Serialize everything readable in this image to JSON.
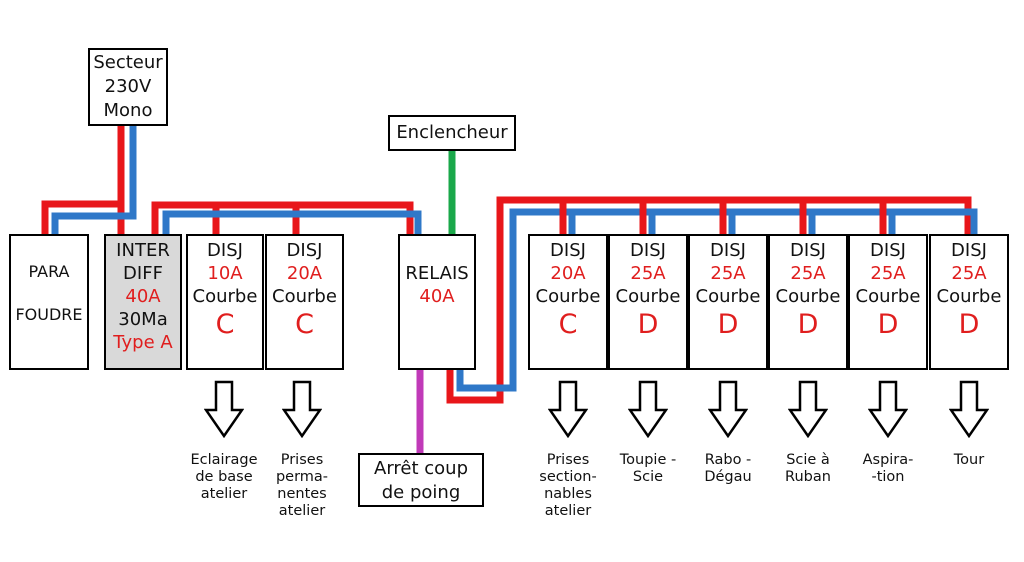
{
  "supply": {
    "lines": [
      "Secteur",
      "230V",
      "Mono"
    ]
  },
  "enclencheur": {
    "label": "Enclencheur"
  },
  "emergency_stop": {
    "lines": [
      "Arrêt coup",
      "de poing"
    ]
  },
  "parafoudre": {
    "lines": [
      "PARA",
      "FOUDRE"
    ]
  },
  "interdiff": {
    "lines": [
      "INTER",
      "DIFF",
      "40A",
      "30Ma",
      "Type A"
    ]
  },
  "relay": {
    "lines": [
      "RELAIS",
      "40A"
    ]
  },
  "breakers_left": [
    {
      "title": "DISJ",
      "rating": "10A",
      "curve_label": "Courbe",
      "curve": "C",
      "load": [
        "Eclairage",
        "de base",
        "atelier"
      ]
    },
    {
      "title": "DISJ",
      "rating": "20A",
      "curve_label": "Courbe",
      "curve": "C",
      "load": [
        "Prises",
        "perma-",
        "nentes",
        "atelier"
      ]
    }
  ],
  "breakers_right": [
    {
      "title": "DISJ",
      "rating": "20A",
      "curve_label": "Courbe",
      "curve": "C",
      "load": [
        "Prises",
        "section-",
        "nables",
        "atelier"
      ]
    },
    {
      "title": "DISJ",
      "rating": "25A",
      "curve_label": "Courbe",
      "curve": "D",
      "load": [
        "Toupie -",
        "Scie"
      ]
    },
    {
      "title": "DISJ",
      "rating": "25A",
      "curve_label": "Courbe",
      "curve": "D",
      "load": [
        "Rabo -",
        "Dégau"
      ]
    },
    {
      "title": "DISJ",
      "rating": "25A",
      "curve_label": "Courbe",
      "curve": "D",
      "load": [
        "Scie à",
        "Ruban"
      ]
    },
    {
      "title": "DISJ",
      "rating": "25A",
      "curve_label": "Courbe",
      "curve": "D",
      "load": [
        "Aspira-",
        "-tion"
      ]
    },
    {
      "title": "DISJ",
      "rating": "25A",
      "curve_label": "Courbe",
      "curve": "D",
      "load": [
        "Tour"
      ]
    }
  ],
  "colors": {
    "phase": "#e8161a",
    "neutral": "#2f78c8",
    "control": "#1aa84a",
    "estop": "#c03ab8"
  }
}
